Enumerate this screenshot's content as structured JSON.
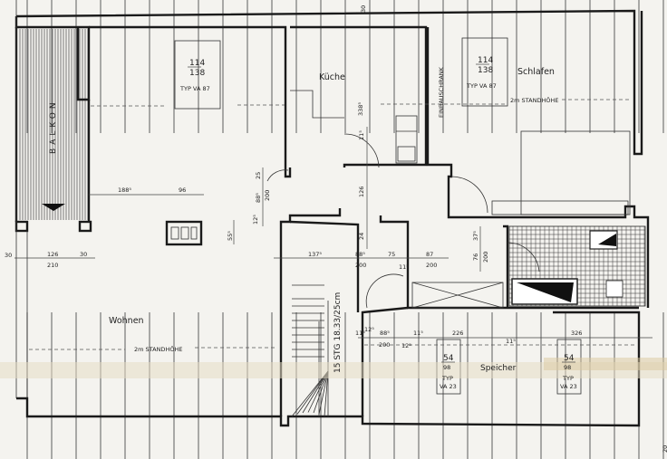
{
  "plan": {
    "rooms": {
      "balkon": "BALKON",
      "kueche": "Küche",
      "schlafen": "Schlafen",
      "wohnen": "Wohnen",
      "speicher": "Speicher",
      "einbauschrank": "EINBAUSCHRANK"
    },
    "standhoehe": [
      "2m  STANDHÖHE",
      "2m  STANDHÖHE"
    ],
    "stairs": "15 STG 18.33/25cm",
    "windows": [
      {
        "top": "114",
        "bottom": "138",
        "type": "TYP VA 87"
      },
      {
        "top": "114",
        "bottom": "138",
        "type": "TYP VA 87"
      },
      {
        "top": "54",
        "bottom": "98",
        "type1": "TYP",
        "type2": "VA 23"
      },
      {
        "top": "54",
        "bottom": "98",
        "type1": "TYP",
        "type2": "VA 23"
      }
    ],
    "dimensions": {
      "top_30": "30",
      "kitchen_338": "338⁵",
      "living_188": "188⁵",
      "living_96": "96",
      "door_25": "25",
      "door_88": "88⁵",
      "door_200": "200",
      "door_12": "12⁵",
      "chimney_55": "55⁵",
      "balk_30a": "30",
      "balk_126": "126",
      "balk_210": "210",
      "balk_30b": "30",
      "hall_11": "11⁵",
      "hall_126": "126",
      "hall_24": "24",
      "row_137": "137⁵",
      "row_88": "88⁵",
      "row_200a": "200",
      "row_75": "75",
      "row_11": "11⁵",
      "row_87": "87",
      "row_200b": "200",
      "bath_37": "37⁵",
      "bath_76": "76",
      "bath_200": "200",
      "sp_11a": "11⁵",
      "sp_12a": "12⁵",
      "sp_88": "88⁵",
      "sp_200": "200",
      "sp_12b": "12⁵",
      "sp_11b": "11⁵",
      "sp_226": "226",
      "sp_11c": "11⁵",
      "sp_326": "326",
      "corner_20": "20"
    }
  }
}
